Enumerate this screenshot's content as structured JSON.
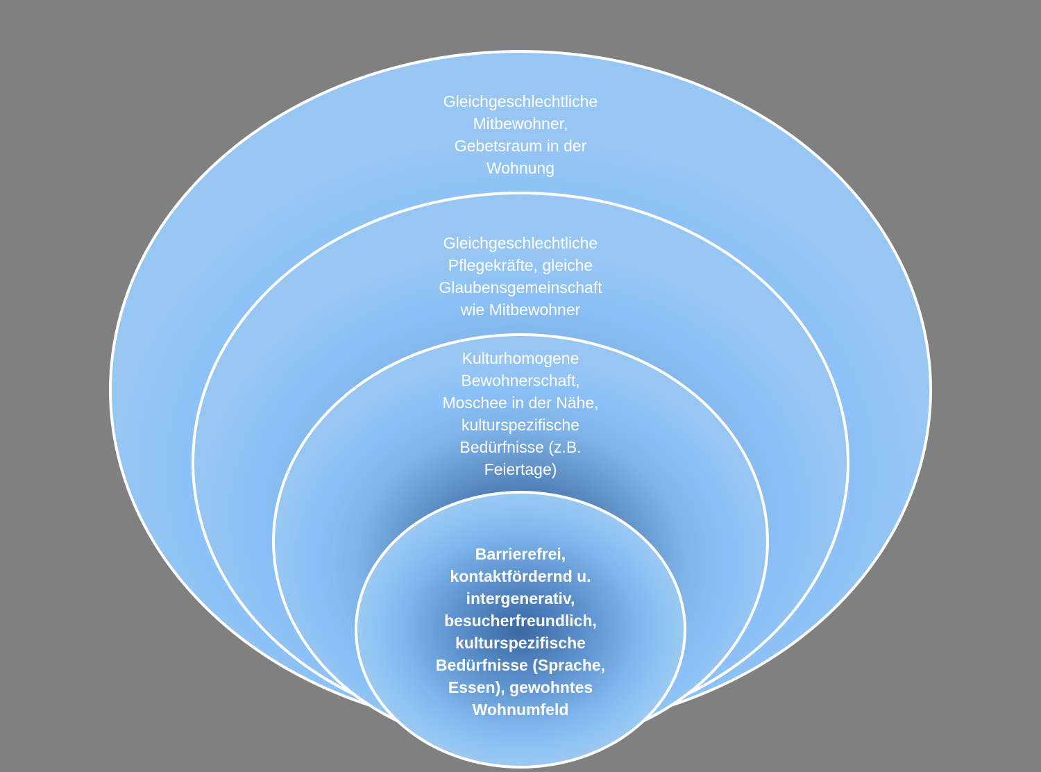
{
  "diagram": {
    "colors": {
      "background": "#808080",
      "ring_light": "#8cc1f7",
      "ring_dark": "#2e5a8e",
      "ring_border": "#ffffff",
      "text": "#ffffff"
    },
    "rings": [
      {
        "level": 1,
        "text": "Gleichgeschlechtliche\nMitbewohner,\nGebetsraum  in der\nWohnung"
      },
      {
        "level": 2,
        "text": "Gleichgeschlechtliche\nPflegekräfte, gleiche\nGlaubensgemeinschaft\nwie Mitbewohner"
      },
      {
        "level": 3,
        "text": "Kulturhomogene\nBewohnerschaft,\nMoschee in der Nähe,\nkulturspezifische\nBedürfnisse  (z.B.\nFeiertage)"
      },
      {
        "level": 4,
        "text": "Barrierefrei,\nkontaktfördernd u.\nintergenerativ,\nbesucherfreundlich,\nkulturspezifische\nBedürfnisse  (Sprache,\nEssen), gewohntes\nWohnumfeld"
      }
    ]
  }
}
